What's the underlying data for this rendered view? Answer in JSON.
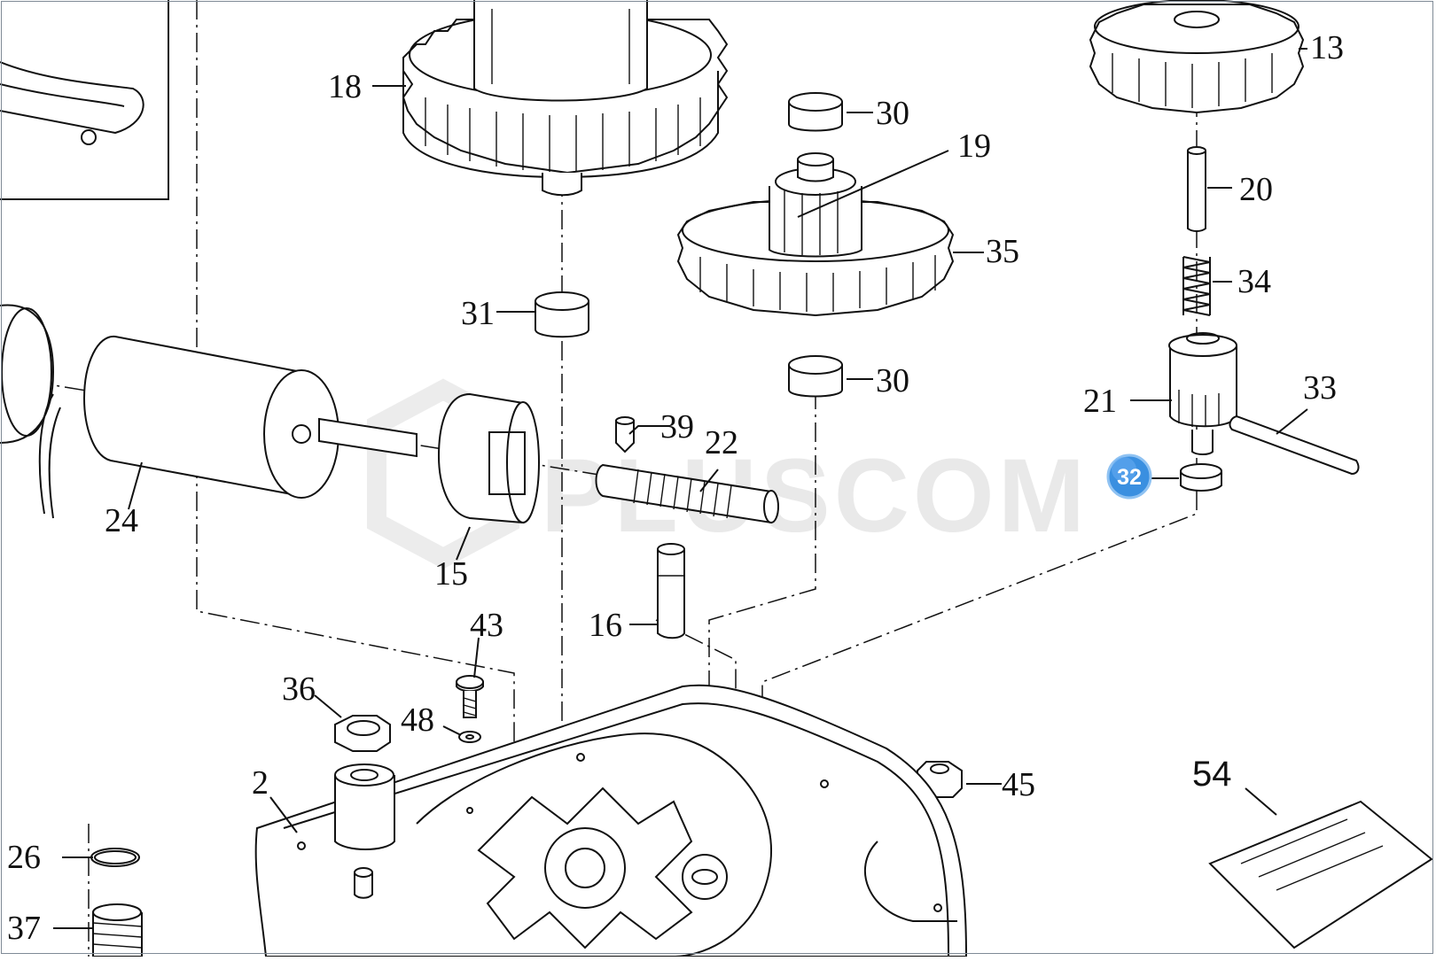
{
  "diagram": {
    "watermark": "PLUSCOM",
    "highlighted_part": "32",
    "highlight_color": "#3a8fe0",
    "part_labels": {
      "p2": "2",
      "p13": "13",
      "p15": "15",
      "p16": "16",
      "p18": "18",
      "p19": "19",
      "p20": "20",
      "p21": "21",
      "p22": "22",
      "p24": "24",
      "p26": "26",
      "p30a": "30",
      "p30b": "30",
      "p31": "31",
      "p32": "32",
      "p33": "33",
      "p34": "34",
      "p35": "35",
      "p36": "36",
      "p37": "37",
      "p39": "39",
      "p43": "43",
      "p45": "45",
      "p48": "48",
      "p54": "54"
    }
  }
}
